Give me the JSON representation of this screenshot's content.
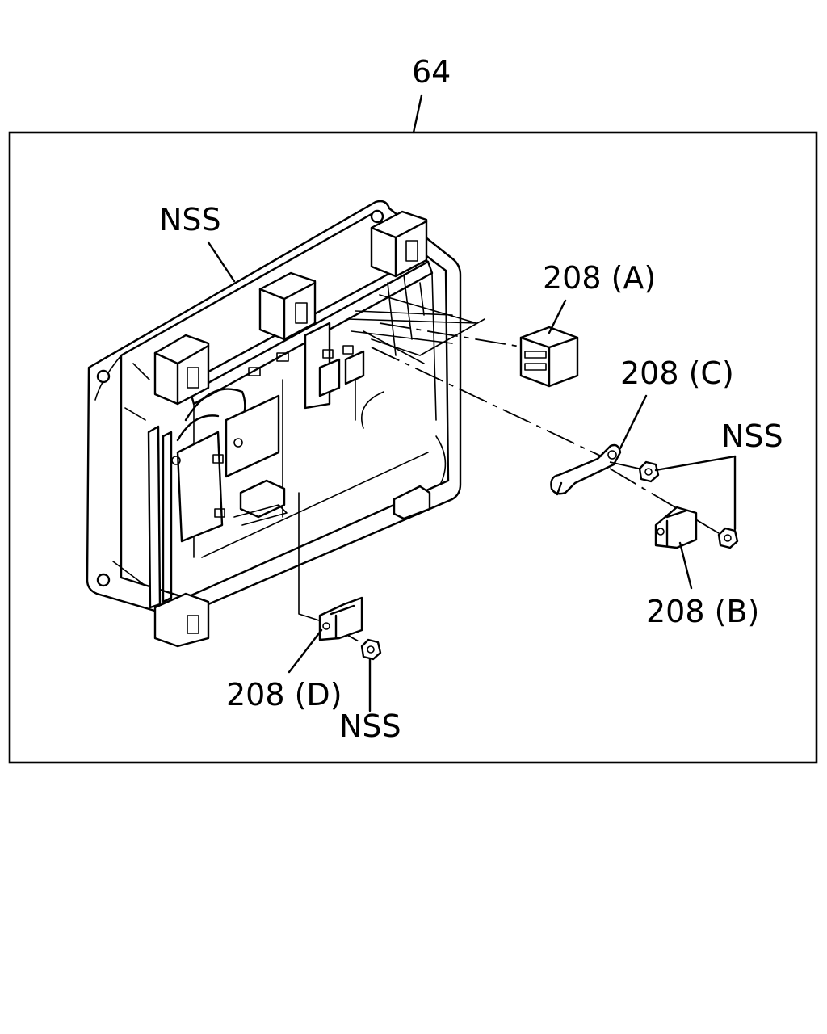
{
  "callouts": {
    "assembly": "64",
    "nss_housing": "NSS",
    "part_a": "208 (A)",
    "part_c": "208 (C)",
    "nss_right": "NSS",
    "part_b": "208 (B)",
    "part_d": "208 (D)",
    "nss_bottom": "NSS"
  }
}
